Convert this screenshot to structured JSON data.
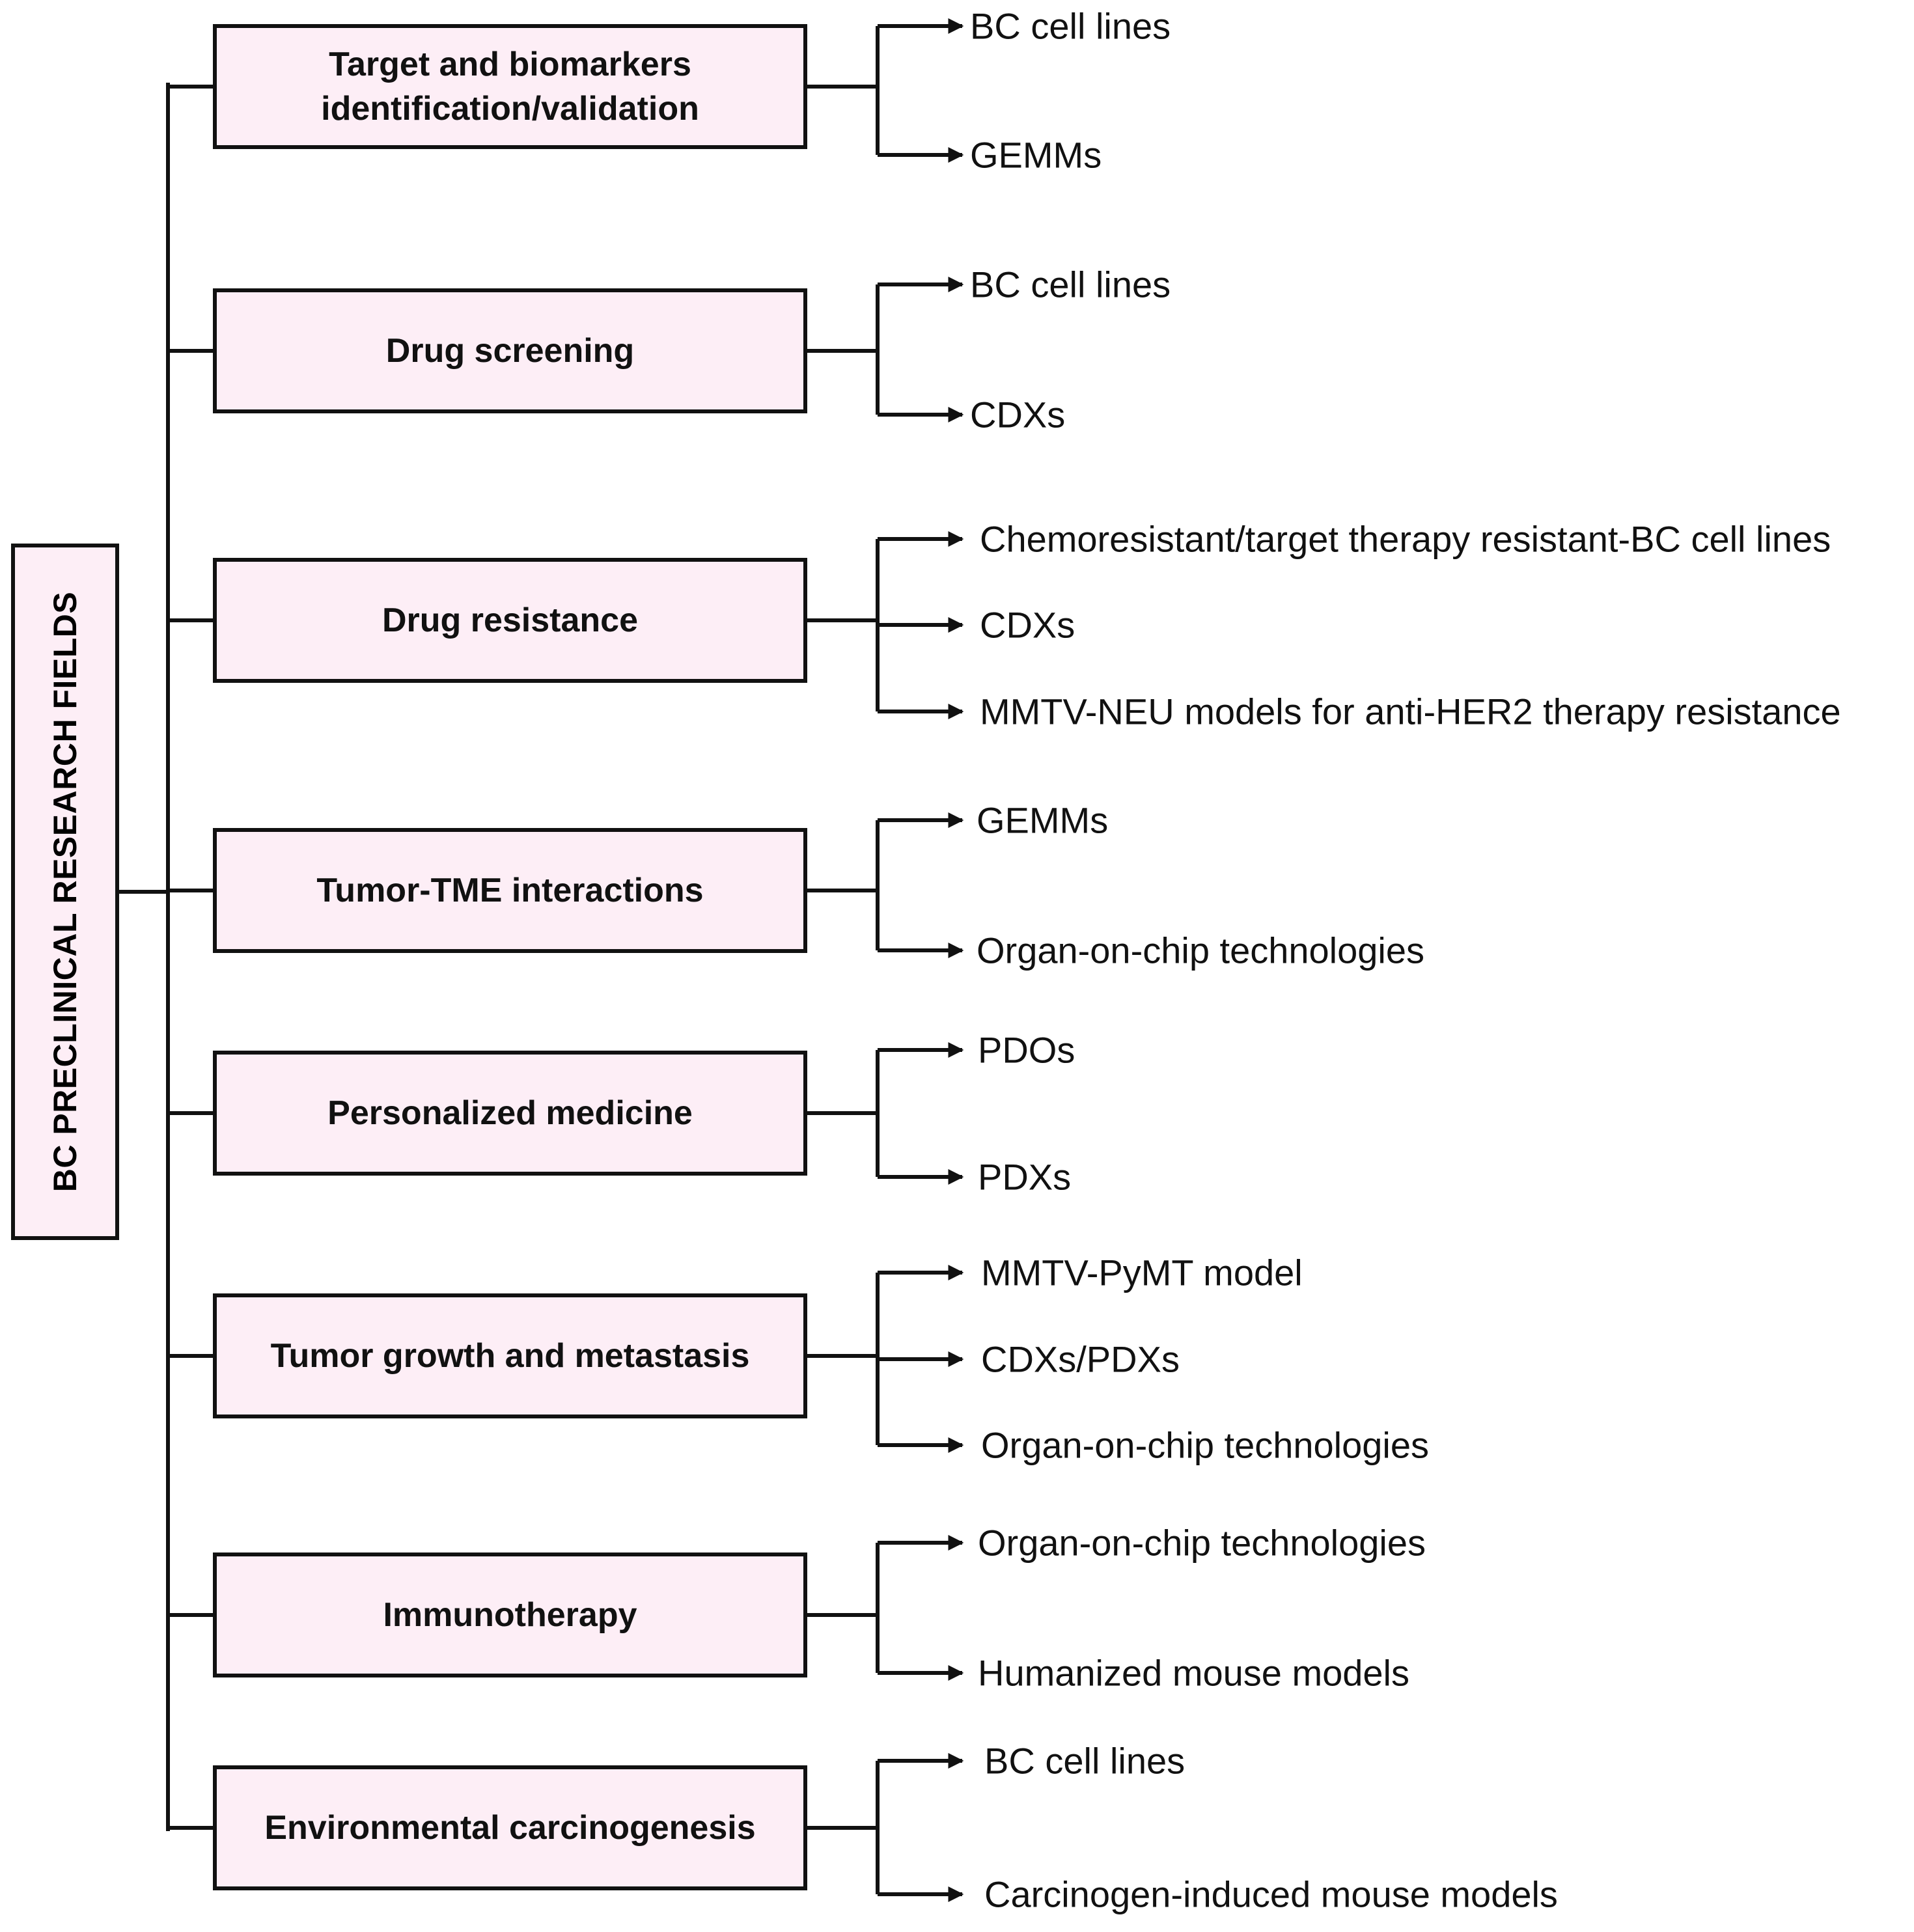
{
  "root": {
    "label": "BC PRECLINICAL RESEARCH FIELDS"
  },
  "fields": [
    {
      "lines": [
        "Target and biomarkers",
        "identification/validation"
      ],
      "models": [
        "BC cell lines",
        "GEMMs"
      ]
    },
    {
      "lines": [
        "Drug screening"
      ],
      "models": [
        "BC cell lines",
        "CDXs"
      ]
    },
    {
      "lines": [
        "Drug resistance"
      ],
      "models": [
        "Chemoresistant/target therapy resistant-BC cell lines",
        "CDXs",
        "MMTV-NEU models for anti-HER2 therapy  resistance"
      ]
    },
    {
      "lines": [
        "Tumor-TME interactions"
      ],
      "models": [
        "GEMMs",
        "Organ-on-chip technologies"
      ]
    },
    {
      "lines": [
        "Personalized medicine"
      ],
      "models": [
        "PDOs",
        "PDXs"
      ]
    },
    {
      "lines": [
        "Tumor growth and metastasis"
      ],
      "models": [
        "MMTV-PyMT model",
        "CDXs/PDXs",
        "Organ-on-chip technologies"
      ]
    },
    {
      "lines": [
        "Immunotherapy"
      ],
      "models": [
        "Organ-on-chip technologies",
        "Humanized mouse models"
      ]
    },
    {
      "lines": [
        "Environmental carcinogenesis"
      ],
      "models": [
        "BC cell lines",
        "Carcinogen-induced mouse models"
      ]
    }
  ],
  "colors": {
    "box_fill": "#fdeef6",
    "stroke": "#111111",
    "text": "#111111",
    "background": "#ffffff"
  }
}
